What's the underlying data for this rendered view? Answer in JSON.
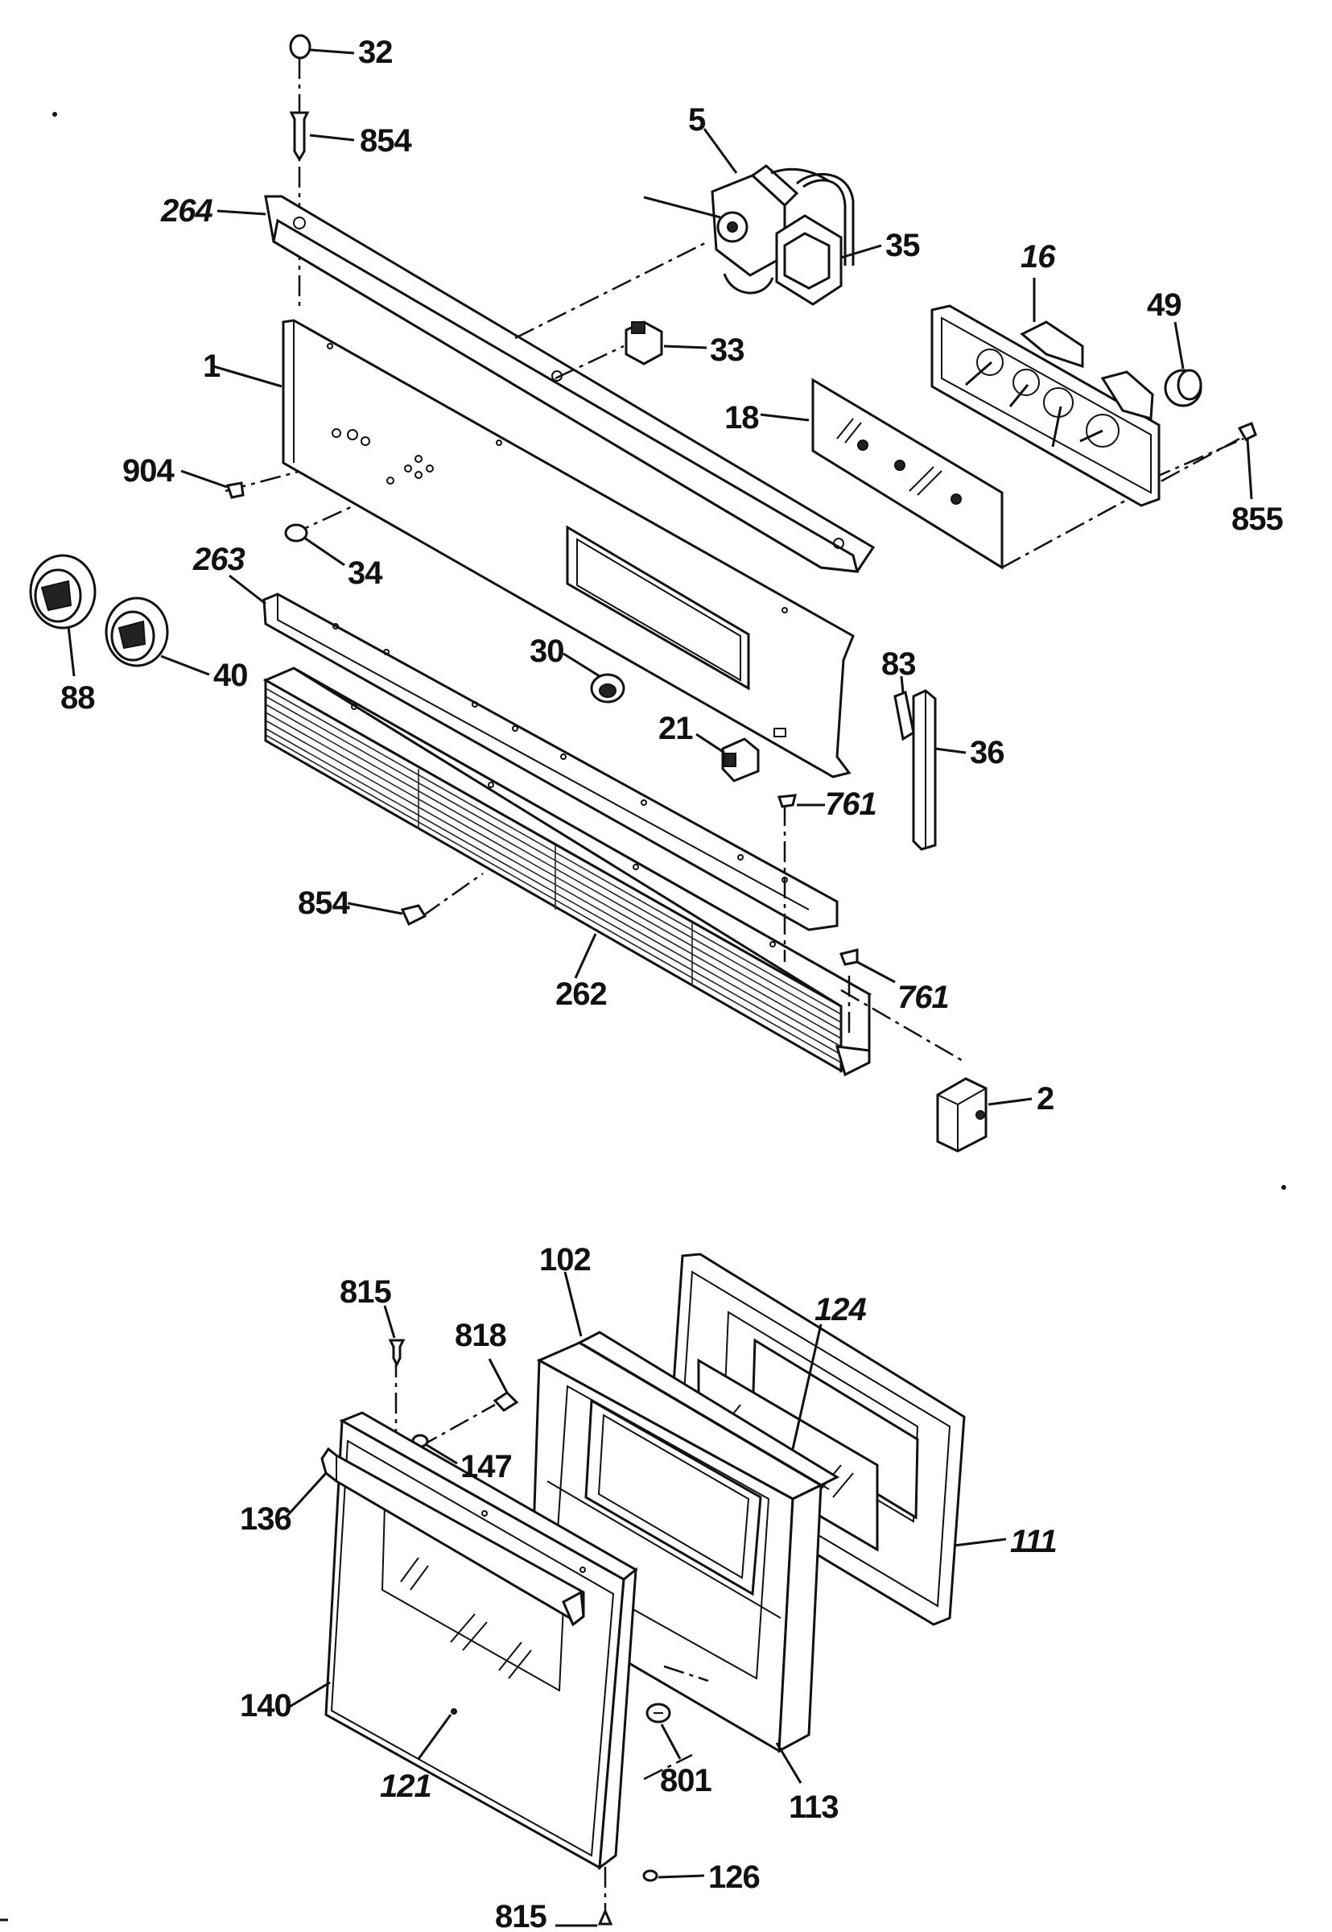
{
  "labels": {
    "p32": "32",
    "p854a": "854",
    "p5": "5",
    "p264": "264",
    "p35": "35",
    "p16": "16",
    "p49": "49",
    "p1": "1",
    "p33": "33",
    "p18": "18",
    "p904": "904",
    "p855": "855",
    "p34": "34",
    "p263": "263",
    "p88": "88",
    "p40": "40",
    "p30": "30",
    "p83": "83",
    "p21": "21",
    "p36": "36",
    "p761a": "761",
    "p854b": "854",
    "p262": "262",
    "p761b": "761",
    "p2": "2",
    "p102": "102",
    "p124": "124",
    "p815a": "815",
    "p818": "818",
    "p147": "147",
    "p136": "136",
    "p111": "111",
    "p140": "140",
    "p121": "121",
    "p801": "801",
    "p113": "113",
    "p126": "126",
    "p815b": "815"
  }
}
